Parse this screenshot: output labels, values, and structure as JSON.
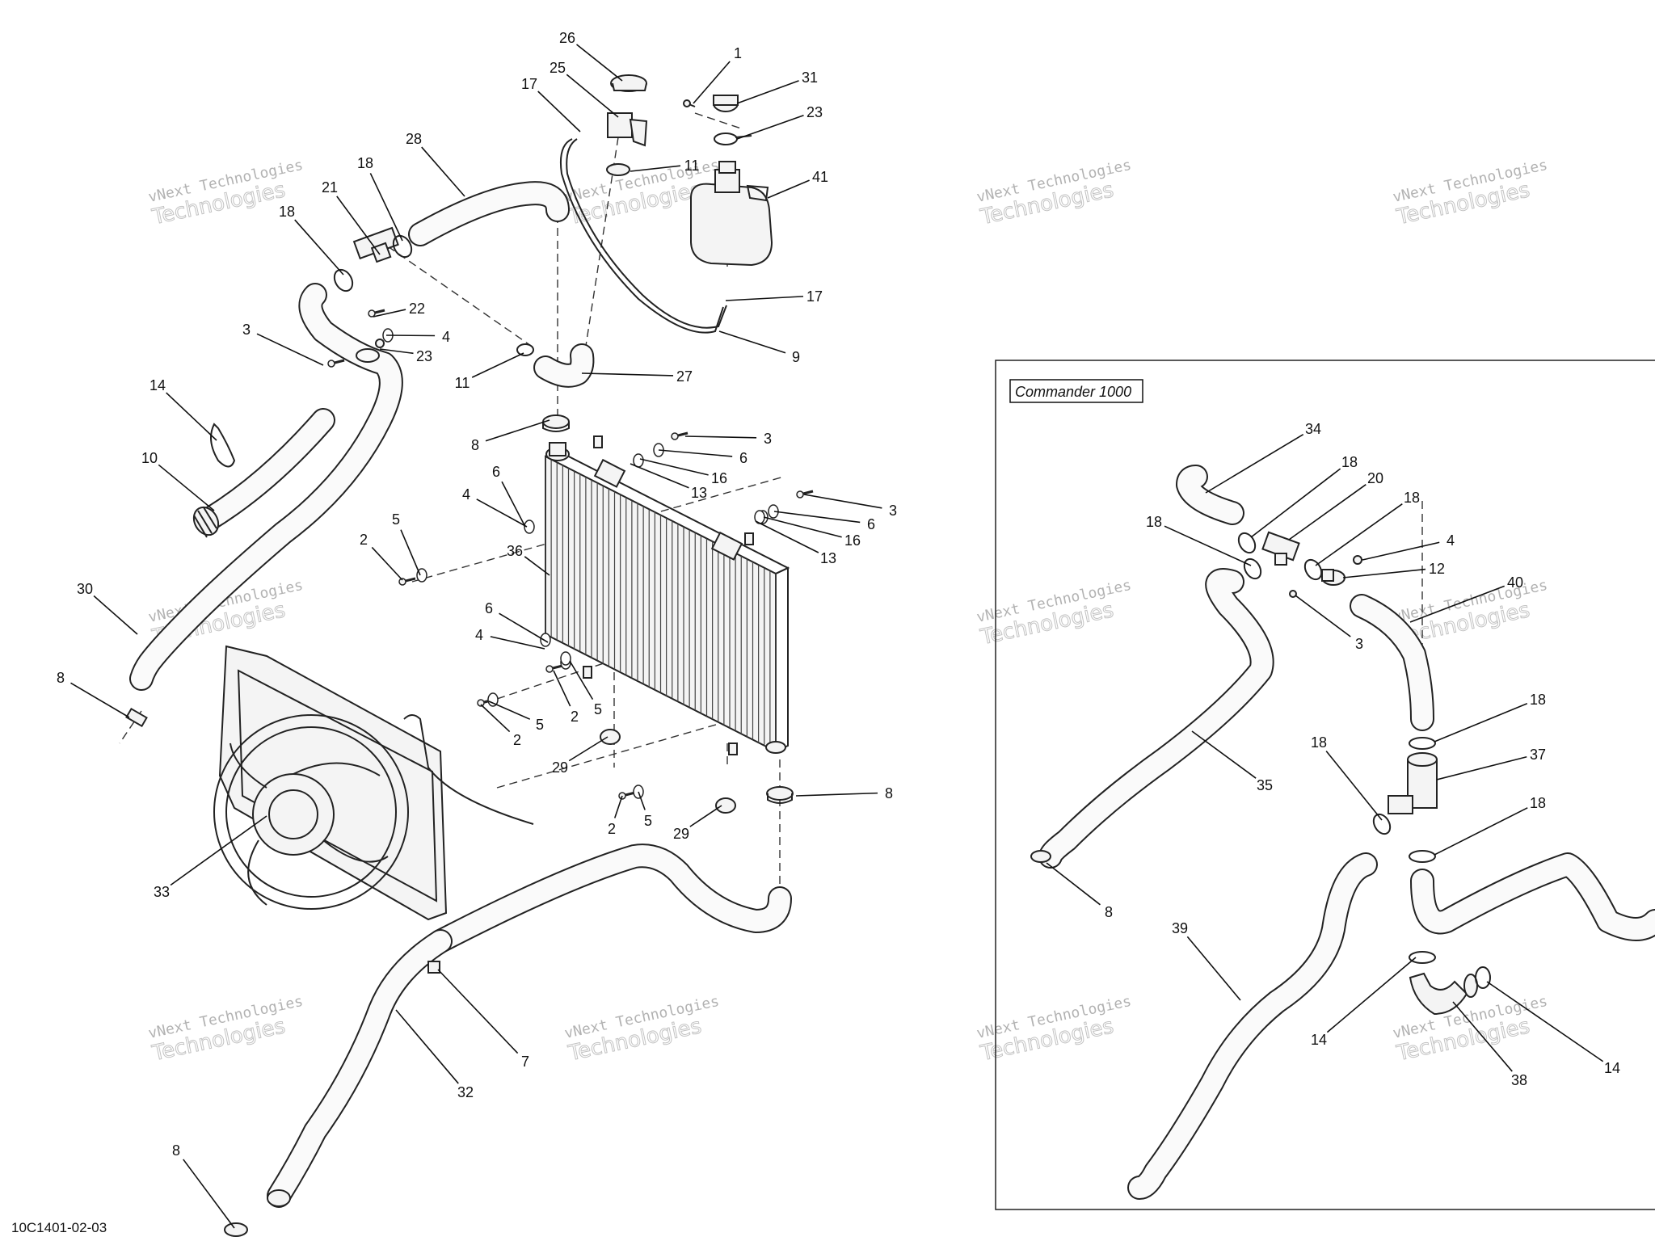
{
  "drawing_code": "10C1401-02-03",
  "inset_title": "Commander 1000",
  "watermark": {
    "line1": "vNext Technologies",
    "line2": "Technologies"
  },
  "callouts": [
    "1",
    "2",
    "3",
    "4",
    "5",
    "6",
    "7",
    "8",
    "9",
    "10",
    "11",
    "12",
    "13",
    "14",
    "16",
    "17",
    "18",
    "20",
    "21",
    "22",
    "23",
    "25",
    "26",
    "27",
    "28",
    "29",
    "30",
    "31",
    "32",
    "33",
    "34",
    "35",
    "36",
    "37",
    "38",
    "39",
    "40",
    "41"
  ]
}
